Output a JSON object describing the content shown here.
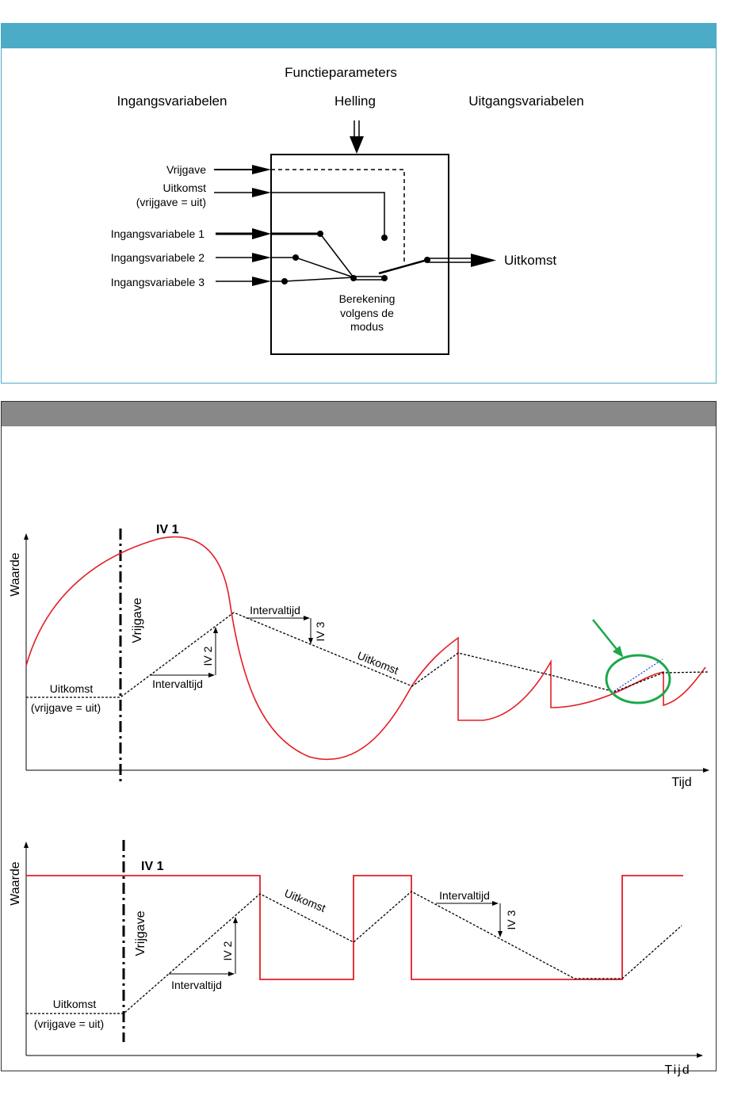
{
  "diagram": {
    "header_color": "#4cabc6",
    "function_params_heading": "Functieparameters",
    "inputs_heading": "Ingangsvariabelen",
    "param_name": "Helling",
    "outputs_heading": "Uitgangsvariabelen",
    "input_release": "Vrijgave",
    "input_result_line1": "Uitkomst",
    "input_result_line2": "(vrijgave = uit)",
    "input_var1": "Ingangsvariabele 1",
    "input_var2": "Ingangsvariabele 2",
    "input_var3": "Ingangsvariabele 3",
    "calc_line1": "Berekening",
    "calc_line2": "volgens de",
    "calc_line3": "modus",
    "output_label": "Uitkomst"
  },
  "chart1": {
    "header_color": "#888888",
    "series_label": "IV 1",
    "series_color": "#e31e24",
    "ylabel": "Waarde",
    "xlabel": "Tijd",
    "release_label": "Vrijgave",
    "initial_line1": "Uitkomst",
    "initial_line2": "(vrijgave = uit)",
    "interval_label_a": "Intervaltijd",
    "iv2_label": "IV 2",
    "interval_label_b": "Intervaltijd",
    "iv3_label": "IV 3",
    "output_label": "Uitkomst",
    "highlight_color": "#1aa84a"
  },
  "chart2": {
    "series_label": "IV 1",
    "series_color": "#e31e24",
    "ylabel": "Waarde",
    "xlabel": "Tijd",
    "release_label": "Vrijgave",
    "initial_line1": "Uitkomst",
    "initial_line2": "(vrijgave = uit)",
    "interval_label_a": "Intervaltijd",
    "iv2_label": "IV 2",
    "interval_label_b": "Intervaltijd",
    "iv3_label": "IV 3",
    "output_label": "Uitkomst"
  }
}
